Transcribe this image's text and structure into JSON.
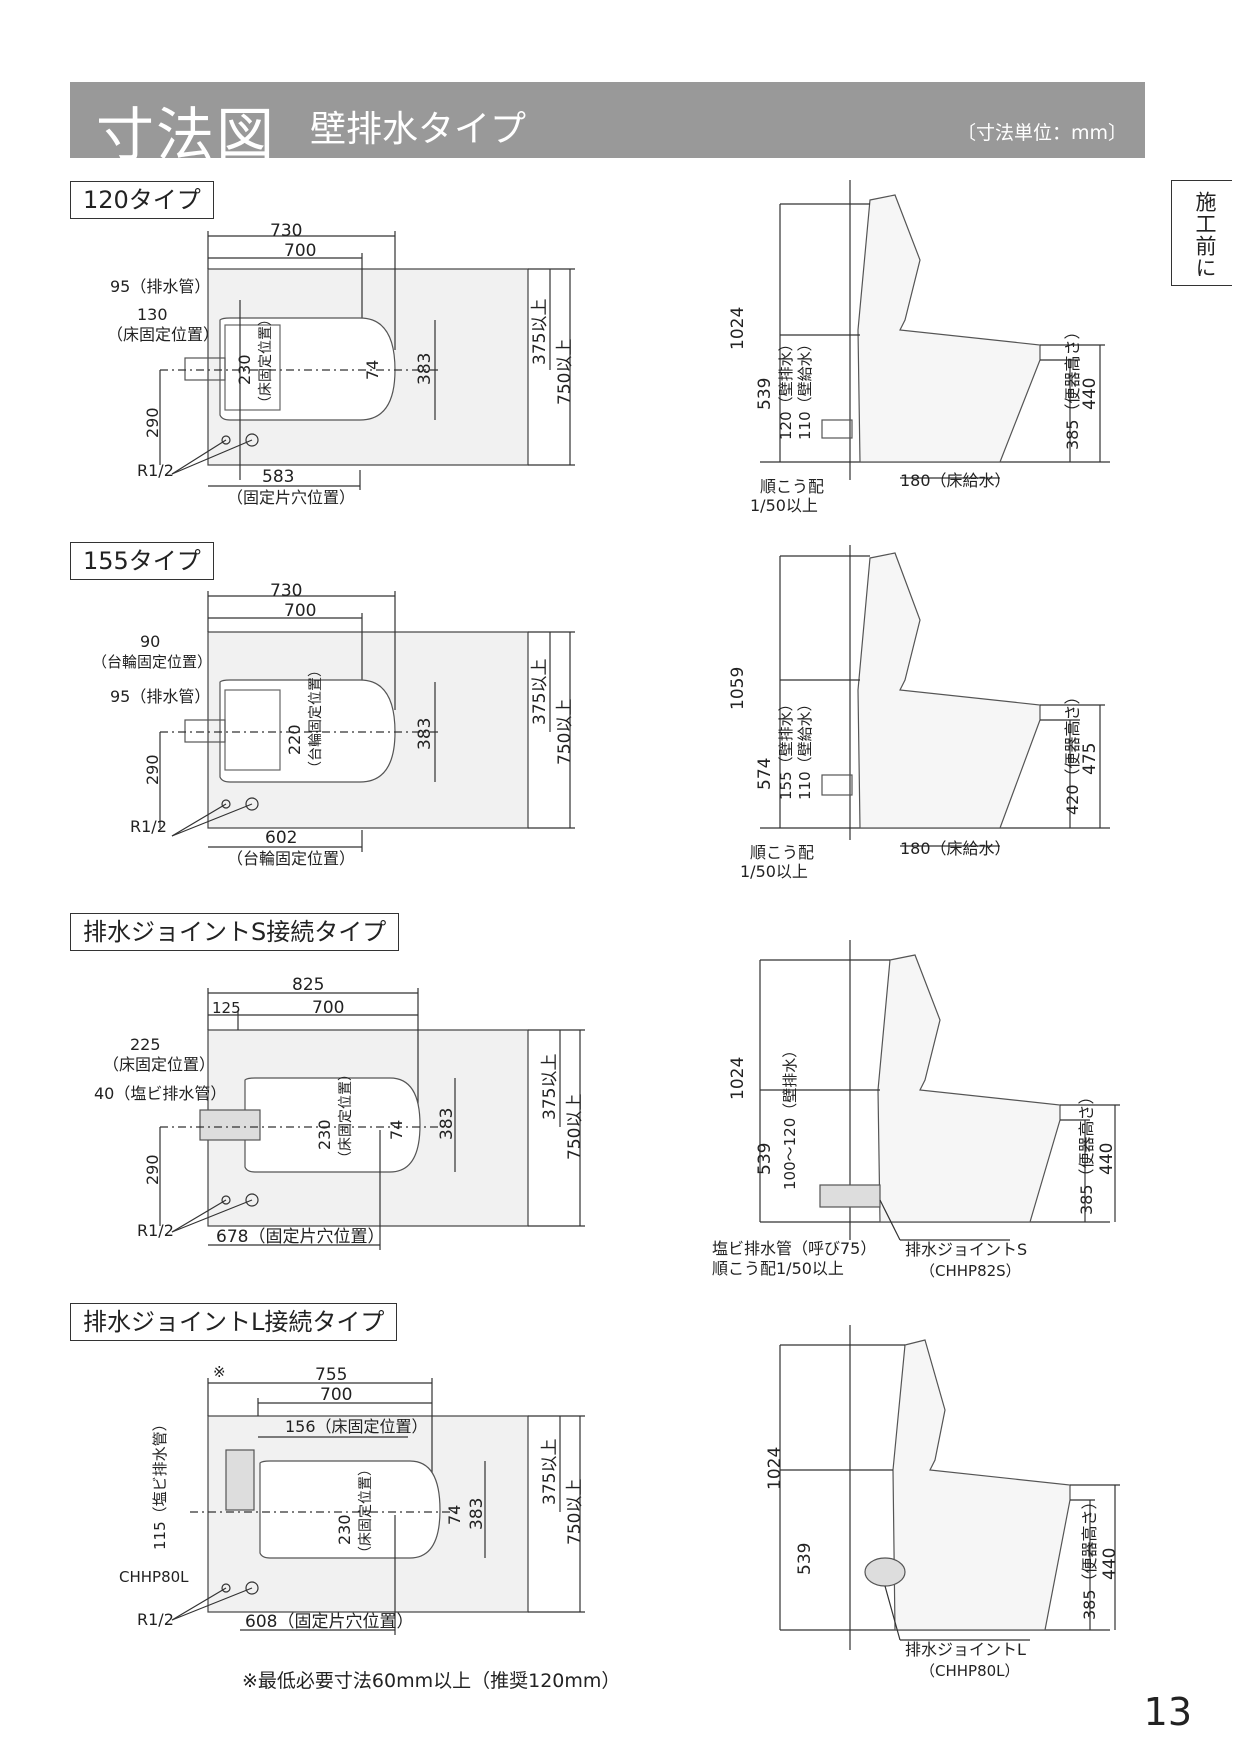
{
  "header": {
    "title": "寸法図",
    "subtitle": "壁排水タイプ",
    "unit": "〔寸法単位：mm〕"
  },
  "side_tab": "施工前に",
  "page_number": "13",
  "footnote": "※最低必要寸法60mm以上（推奨120mm）",
  "sections": [
    {
      "label": "120タイプ",
      "plan": {
        "w_outer": "730",
        "w_inner": "700",
        "pipe": "95（排水管）",
        "fix_a": "130",
        "fix_a_label": "（床固定位置）",
        "depth": "290",
        "fix_w": "230",
        "fix_w_label": "（床固定位置）",
        "d74": "74",
        "d383": "383",
        "d375": "375以上",
        "d750": "750以上",
        "r12": "R1/2",
        "bottom": "583",
        "bottom_label": "（固定片穴位置）"
      },
      "side": {
        "h_total": "1024",
        "h_mid": "539",
        "drain": "120（壁排水）",
        "supply": "110（壁給水）",
        "seat": "385（便器高さ）",
        "h440": "440",
        "slope": "順こう配",
        "slope2": "1/50以上",
        "floor": "180（床給水）"
      }
    },
    {
      "label": "155タイプ",
      "plan": {
        "w_outer": "730",
        "w_inner": "700",
        "wheel": "90",
        "wheel_label": "（台輪固定位置）",
        "pipe": "95（排水管）",
        "depth": "290",
        "fix_w": "220",
        "fix_w_label": "（台輪固定位置）",
        "d383": "383",
        "d375": "375以上",
        "d750": "750以上",
        "r12": "R1/2",
        "bottom": "602",
        "bottom_label": "（台輪固定位置）"
      },
      "side": {
        "h_total": "1059",
        "h_mid": "574",
        "drain": "155（壁排水）",
        "supply": "110（壁給水）",
        "seat": "420（便器高さ）",
        "h475": "475",
        "slope": "順こう配",
        "slope2": "1/50以上",
        "floor": "180（床給水）"
      }
    },
    {
      "label": "排水ジョイントS接続タイプ",
      "plan": {
        "w_outer": "825",
        "w125": "125",
        "w_inner": "700",
        "fix_a": "225",
        "fix_a_label": "（床固定位置）",
        "pipe": "40（塩ビ排水管）",
        "depth": "290",
        "fix_w": "230",
        "fix_w_label": "（床固定位置）",
        "d74": "74",
        "d383": "383",
        "d375": "375以上",
        "d750": "750以上",
        "r12": "R1/2",
        "bottom": "678（固定片穴位置）"
      },
      "side": {
        "h_total": "1024",
        "h_mid": "539",
        "drain": "100〜120（壁排水）",
        "seat": "385（便器高さ）",
        "h440": "440",
        "pvc": "塩ビ排水管（呼び75）",
        "slope": "順こう配1/50以上",
        "joint": "排水ジョイントS",
        "joint_code": "（CHHP82S）"
      }
    },
    {
      "label": "排水ジョイントL接続タイプ",
      "plan": {
        "mark": "※",
        "w_outer": "755",
        "w_inner": "700",
        "fix_156": "156（床固定位置）",
        "pvc": "115（塩ビ排水管）",
        "code": "CHHP80L",
        "fix_w": "230",
        "fix_w_label": "（床固定位置）",
        "d74": "74",
        "d383": "383",
        "d375": "375以上",
        "d750": "750以上",
        "r12": "R1/2",
        "bottom": "608（固定片穴位置）"
      },
      "side": {
        "h_total": "1024",
        "h_mid": "539",
        "seat": "385（便器高さ）",
        "h440": "440",
        "joint": "排水ジョイントL",
        "joint_code": "（CHHP80L）"
      }
    }
  ]
}
